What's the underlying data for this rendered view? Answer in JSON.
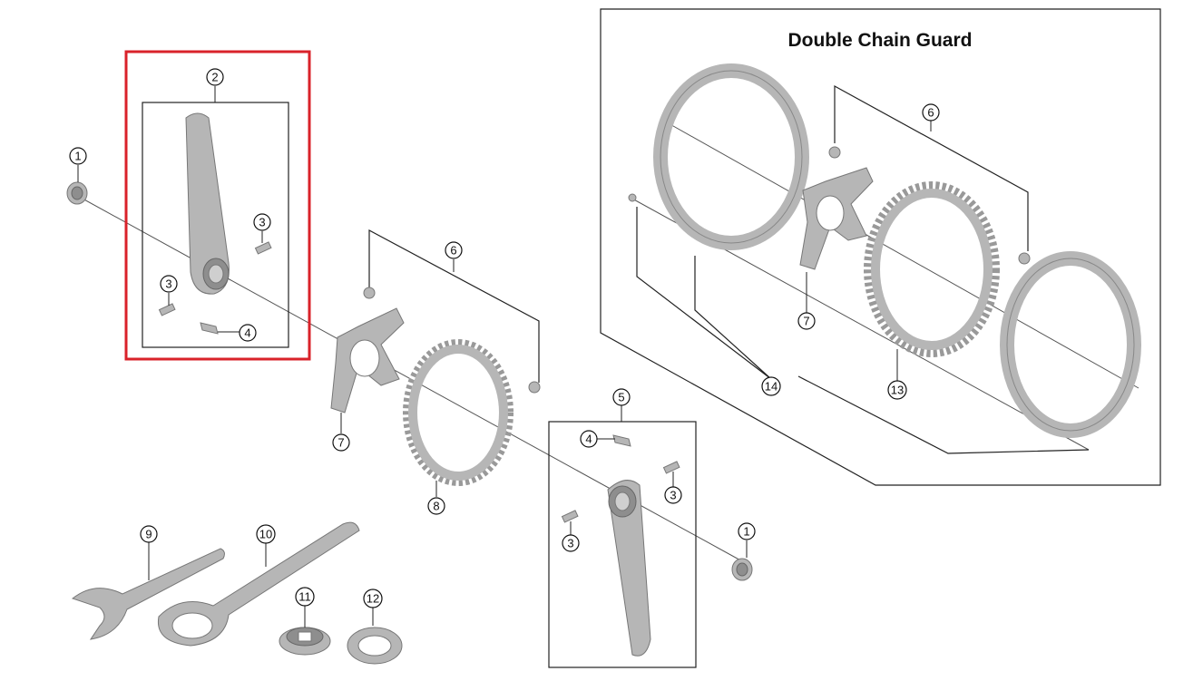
{
  "guard_title": "Double Chain Guard",
  "callouts": {
    "c1a": "1",
    "c2": "2",
    "c3a": "3",
    "c3b": "3",
    "c4a": "4",
    "c6a": "6",
    "c7a": "7",
    "c8": "8",
    "c5": "5",
    "c4b": "4",
    "c3c": "3",
    "c3d": "3",
    "c1b": "1",
    "c9": "9",
    "c10": "10",
    "c11": "11",
    "c12": "12",
    "c6b": "6",
    "c7b": "7",
    "c13": "13",
    "c14": "14"
  },
  "highlight_color": "#d9222a"
}
